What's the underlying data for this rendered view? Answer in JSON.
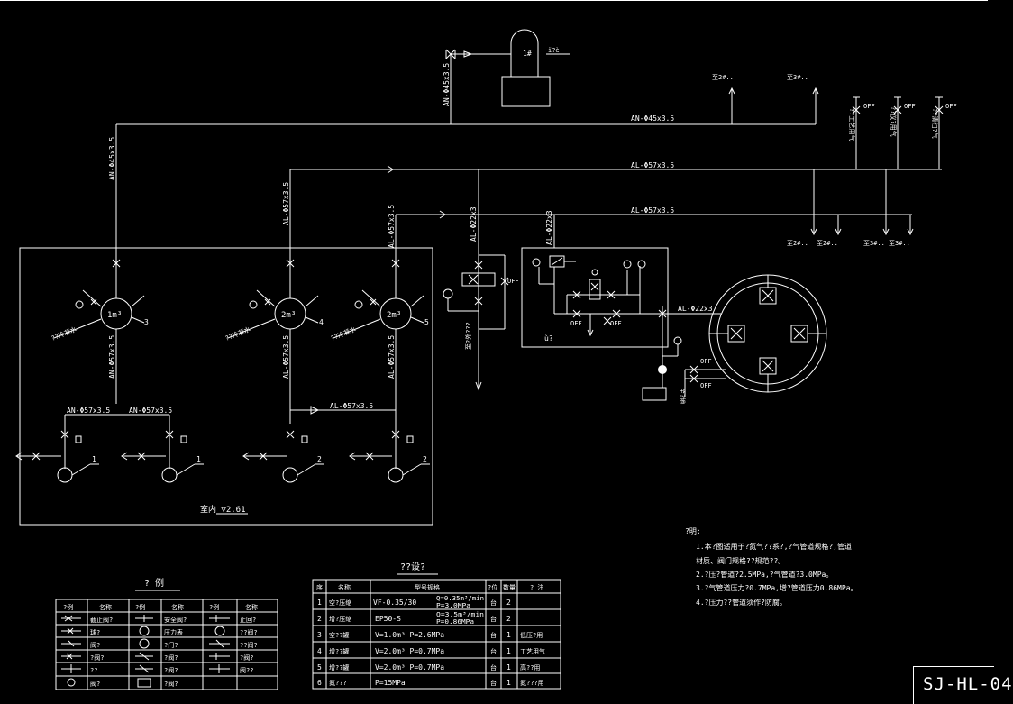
{
  "pipes": {
    "an_main_horizontal": "AN-Φ45x3.5",
    "an_tank_vertical": "AN-Φ45x3.5",
    "an_left_vertical": "AN-Φ45x3.5",
    "al_main_1": "AL-Φ57x3.5",
    "al_main_2": "AL-Φ57x3.5",
    "al_v_1": "AL-Φ57x3.5",
    "al_v_2": "AL-Φ57x3.5",
    "al_small_1": "AL-Φ22x3",
    "al_small_2": "AL-Φ22x3",
    "al_small_3": "AL-Φ22x3",
    "an_low_left_1": "AN-Φ57x3.5",
    "an_low_left_2": "AN-Φ57x3.5",
    "an_tank1_down": "AN-Φ57x3.5",
    "al_tank2_down": "AL-Φ57x3.5",
    "al_tank3_down": "AL-Φ57x3.5",
    "al_bottom_link": "AL-Φ57x3.5"
  },
  "tanks": [
    {
      "label": "1m³",
      "num": "3"
    },
    {
      "label": "2m³",
      "num": "4"
    },
    {
      "label": "2m³",
      "num": "5"
    }
  ],
  "tops": {
    "compressor_label": "1#",
    "compressor_note": "ï?è",
    "dest_1": "至2#..",
    "dest_2": "至3#..",
    "dest_3": "至2#..",
    "dest_4": "至2#..",
    "dest_5": "至3#..",
    "dest_6": "至3#.."
  },
  "off_labels": [
    "OFF",
    "OFF",
    "OFF",
    "OFF",
    "OFF",
    "OFF",
    "OFF",
    "OFF"
  ],
  "room_label": "室内 ▽2.61",
  "box_label": "ù?",
  "bottom_numbers": [
    "1",
    "1",
    "2",
    "2"
  ],
  "legend": {
    "title": "? 例",
    "headers": [
      "?例",
      "名称",
      "?例",
      "名称",
      "?例",
      "名称"
    ],
    "rows": [
      [
        "",
        "截止阀?",
        "",
        "安全阀?",
        "",
        "止回?"
      ],
      [
        "",
        "球?",
        "",
        "压力表",
        "",
        "??阀?"
      ],
      [
        "",
        "阀?",
        "",
        "?门?",
        "",
        "??阀?"
      ],
      [
        "",
        "?阀?",
        "",
        "?阀?",
        "",
        "?阀?"
      ],
      [
        "",
        "??",
        "",
        "?阀?",
        "",
        "阀??"
      ],
      [
        "",
        "阀?",
        "",
        "?阀?",
        "",
        ""
      ]
    ]
  },
  "equipment": {
    "title": "??设?",
    "headers": [
      "序",
      "名称",
      "型号规格",
      "?位",
      "数量",
      "? 注"
    ],
    "rows": [
      [
        "1",
        "空?压缩",
        "VF-0.35/30",
        "Q=0.35m³/min P=3.0MPa",
        "台",
        "2",
        ""
      ],
      [
        "2",
        "增?压缩",
        "EP50-S",
        "Q=3.5m³/min P=0.86MPa",
        "台",
        "2",
        ""
      ],
      [
        "3",
        "空??罐",
        "V=1.0m³  P=2.6MPa",
        "",
        "台",
        "1",
        "低压?用"
      ],
      [
        "4",
        "增??罐",
        "V=2.0m³  P=0.7MPa",
        "",
        "台",
        "1",
        "工艺用气"
      ],
      [
        "5",
        "增??罐",
        "V=2.0m³  P=0.7MPa",
        "",
        "台",
        "1",
        "高??用"
      ],
      [
        "6",
        "氮???",
        "P=15MPa",
        "",
        "台",
        "1",
        "氮???用"
      ]
    ]
  },
  "notes": {
    "heading": "?明:",
    "lines": [
      "1.本?图适用于?氮气??系?,?气管道规格?,管道",
      "  材质、阀门规格??规范??。",
      "2.?压?管道?2.5MPa,?气管道?3.0MPa。",
      "3.?气管道压力?0.7MPa,增?管道压力0.86MPa。",
      "4.?压力??管道须作?防腐。"
    ]
  },
  "drawing_number": "SJ-HL-04"
}
